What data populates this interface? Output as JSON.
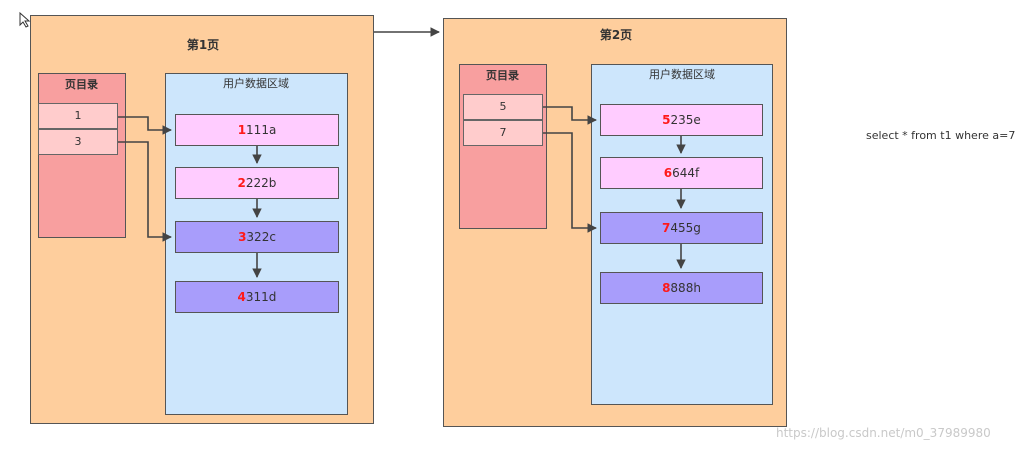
{
  "pages": [
    {
      "title": "第1页",
      "directory": {
        "title": "页目录",
        "slots": [
          "1",
          "3"
        ]
      },
      "region": {
        "title": "用户数据区域",
        "records": [
          {
            "key": "1",
            "rest": "111a",
            "color": "#ffccff"
          },
          {
            "key": "2",
            "rest": "222b",
            "color": "#ffccff"
          },
          {
            "key": "3",
            "rest": "322c",
            "color": "#a89dfb"
          },
          {
            "key": "4",
            "rest": "311d",
            "color": "#a89dfb"
          }
        ]
      }
    },
    {
      "title": "第2页",
      "directory": {
        "title": "页目录",
        "slots": [
          "5",
          "7"
        ]
      },
      "region": {
        "title": "用户数据区域",
        "records": [
          {
            "key": "5",
            "rest": "235e",
            "color": "#ffccff"
          },
          {
            "key": "6",
            "rest": "644f",
            "color": "#ffccff"
          },
          {
            "key": "7",
            "rest": "455g",
            "color": "#a89dfb"
          },
          {
            "key": "8",
            "rest": "888h",
            "color": "#a89dfb"
          }
        ]
      }
    }
  ],
  "query": "select * from t1 where a=7",
  "watermark": "https://blog.csdn.net/m0_37989980",
  "colors": {
    "page_bg": "#fece9d",
    "directory_bg": "#f89f9f",
    "slot_bg": "#ffcccc",
    "region_bg": "#cde6fc",
    "record_pink": "#ffccff",
    "record_purple": "#a89dfb",
    "key_red": "#ff1a1a"
  }
}
